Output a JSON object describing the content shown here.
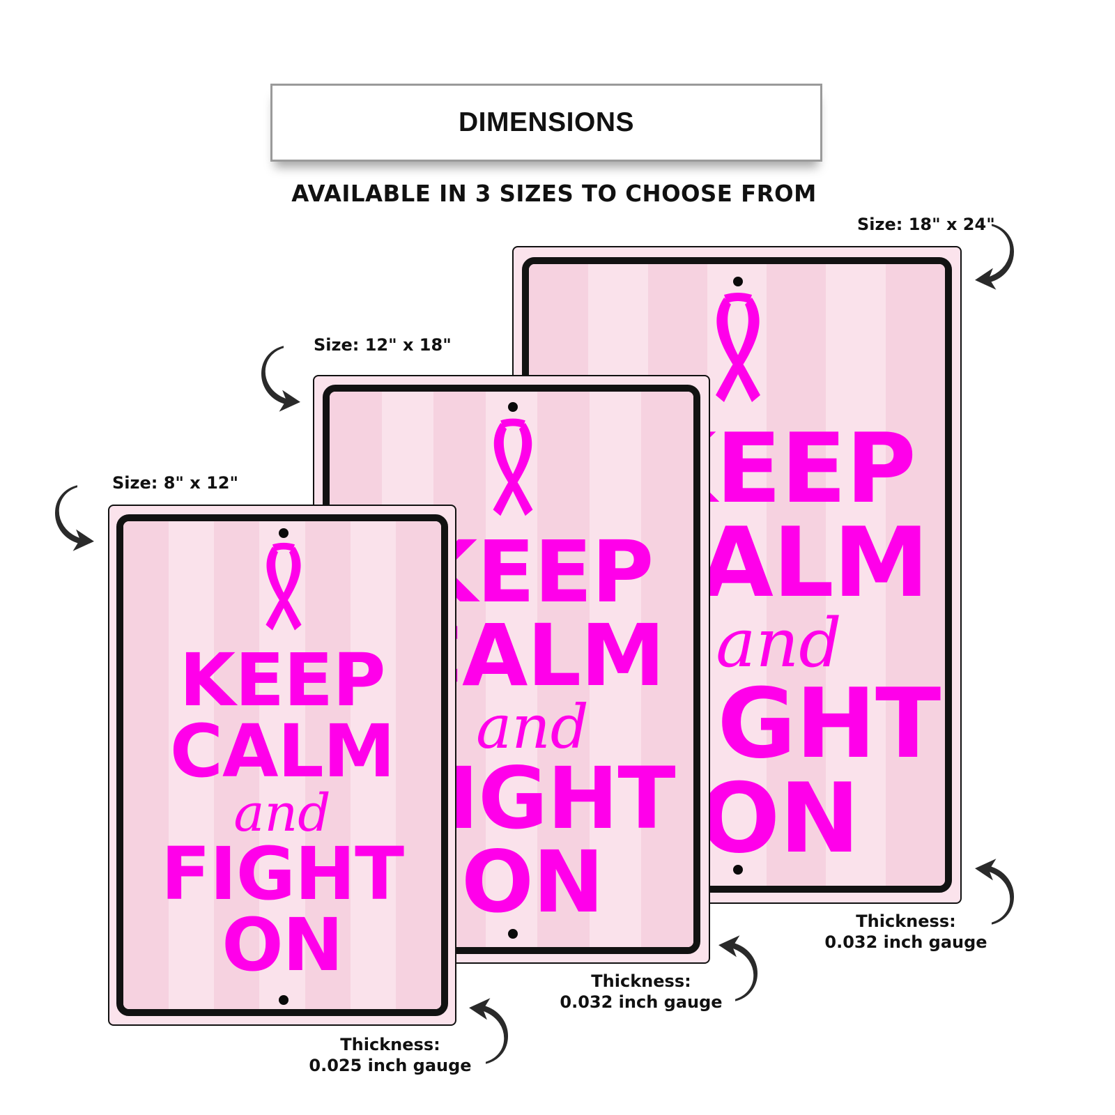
{
  "header": {
    "title": "DIMENSIONS",
    "subtitle": "AVAILABLE IN 3 SIZES TO CHOOSE FROM"
  },
  "sign_text": {
    "line1": "KEEP",
    "line2": "CALM",
    "line3": "and",
    "line4": "FIGHT",
    "line5": "ON"
  },
  "colors": {
    "text_magenta": "#ff00ea",
    "stripe_dark": "#f6d2e0",
    "stripe_light": "#fae2eb",
    "border": "#121212"
  },
  "sizes": [
    {
      "label": "Size: 8\" x 12\"",
      "thickness_label": "Thickness:",
      "thickness_value": "0.025 inch gauge"
    },
    {
      "label": "Size: 12\" x 18\"",
      "thickness_label": "Thickness:",
      "thickness_value": "0.032 inch gauge"
    },
    {
      "label": "Size: 18\" x 24\"",
      "thickness_label": "Thickness:",
      "thickness_value": "0.032 inch gauge"
    }
  ]
}
